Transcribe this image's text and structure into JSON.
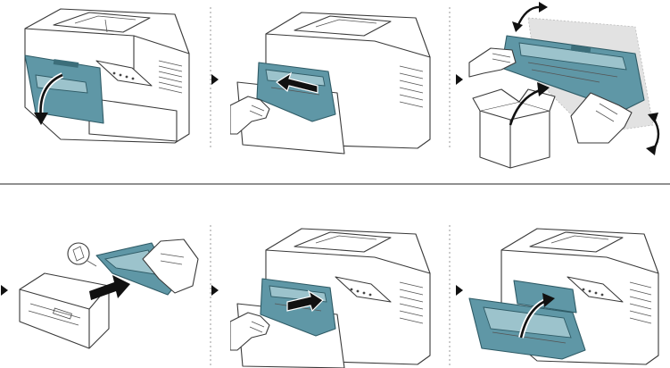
{
  "colors": {
    "accent": "#5f97a6",
    "accent_dark": "#2f5b66",
    "accent_light": "#9cc3cc",
    "separator": "#4d4d4d"
  },
  "steps": [
    {
      "name": "open-front-cover",
      "icon": "printer-open-cover-icon",
      "action": "curved-arrow-down"
    },
    {
      "name": "remove-toner",
      "icon": "hand-pull-toner-icon",
      "action": "arrow-out"
    },
    {
      "name": "shake-new-toner",
      "icon": "hands-shake-toner-icon",
      "action": "rotate-arrows"
    },
    {
      "name": "remove-protective-cover",
      "icon": "toner-cap-removal-icon",
      "action": "arrow-right"
    },
    {
      "name": "insert-toner",
      "icon": "hand-insert-toner-icon",
      "action": "arrow-in"
    },
    {
      "name": "close-front-cover",
      "icon": "printer-close-cover-icon",
      "action": "curved-arrow-up"
    }
  ]
}
